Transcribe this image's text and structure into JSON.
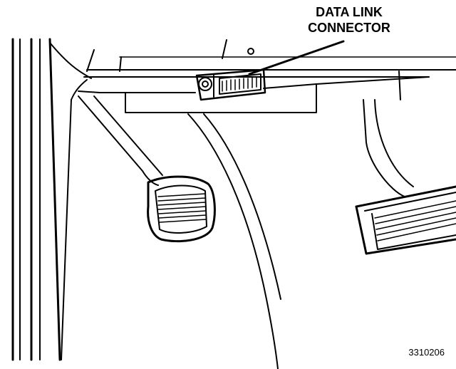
{
  "callout": {
    "line1": "DATA LINK",
    "line2": "CONNECTOR"
  },
  "figure_id": "3310206",
  "colors": {
    "ink": "#000000",
    "paper": "#ffffff"
  }
}
